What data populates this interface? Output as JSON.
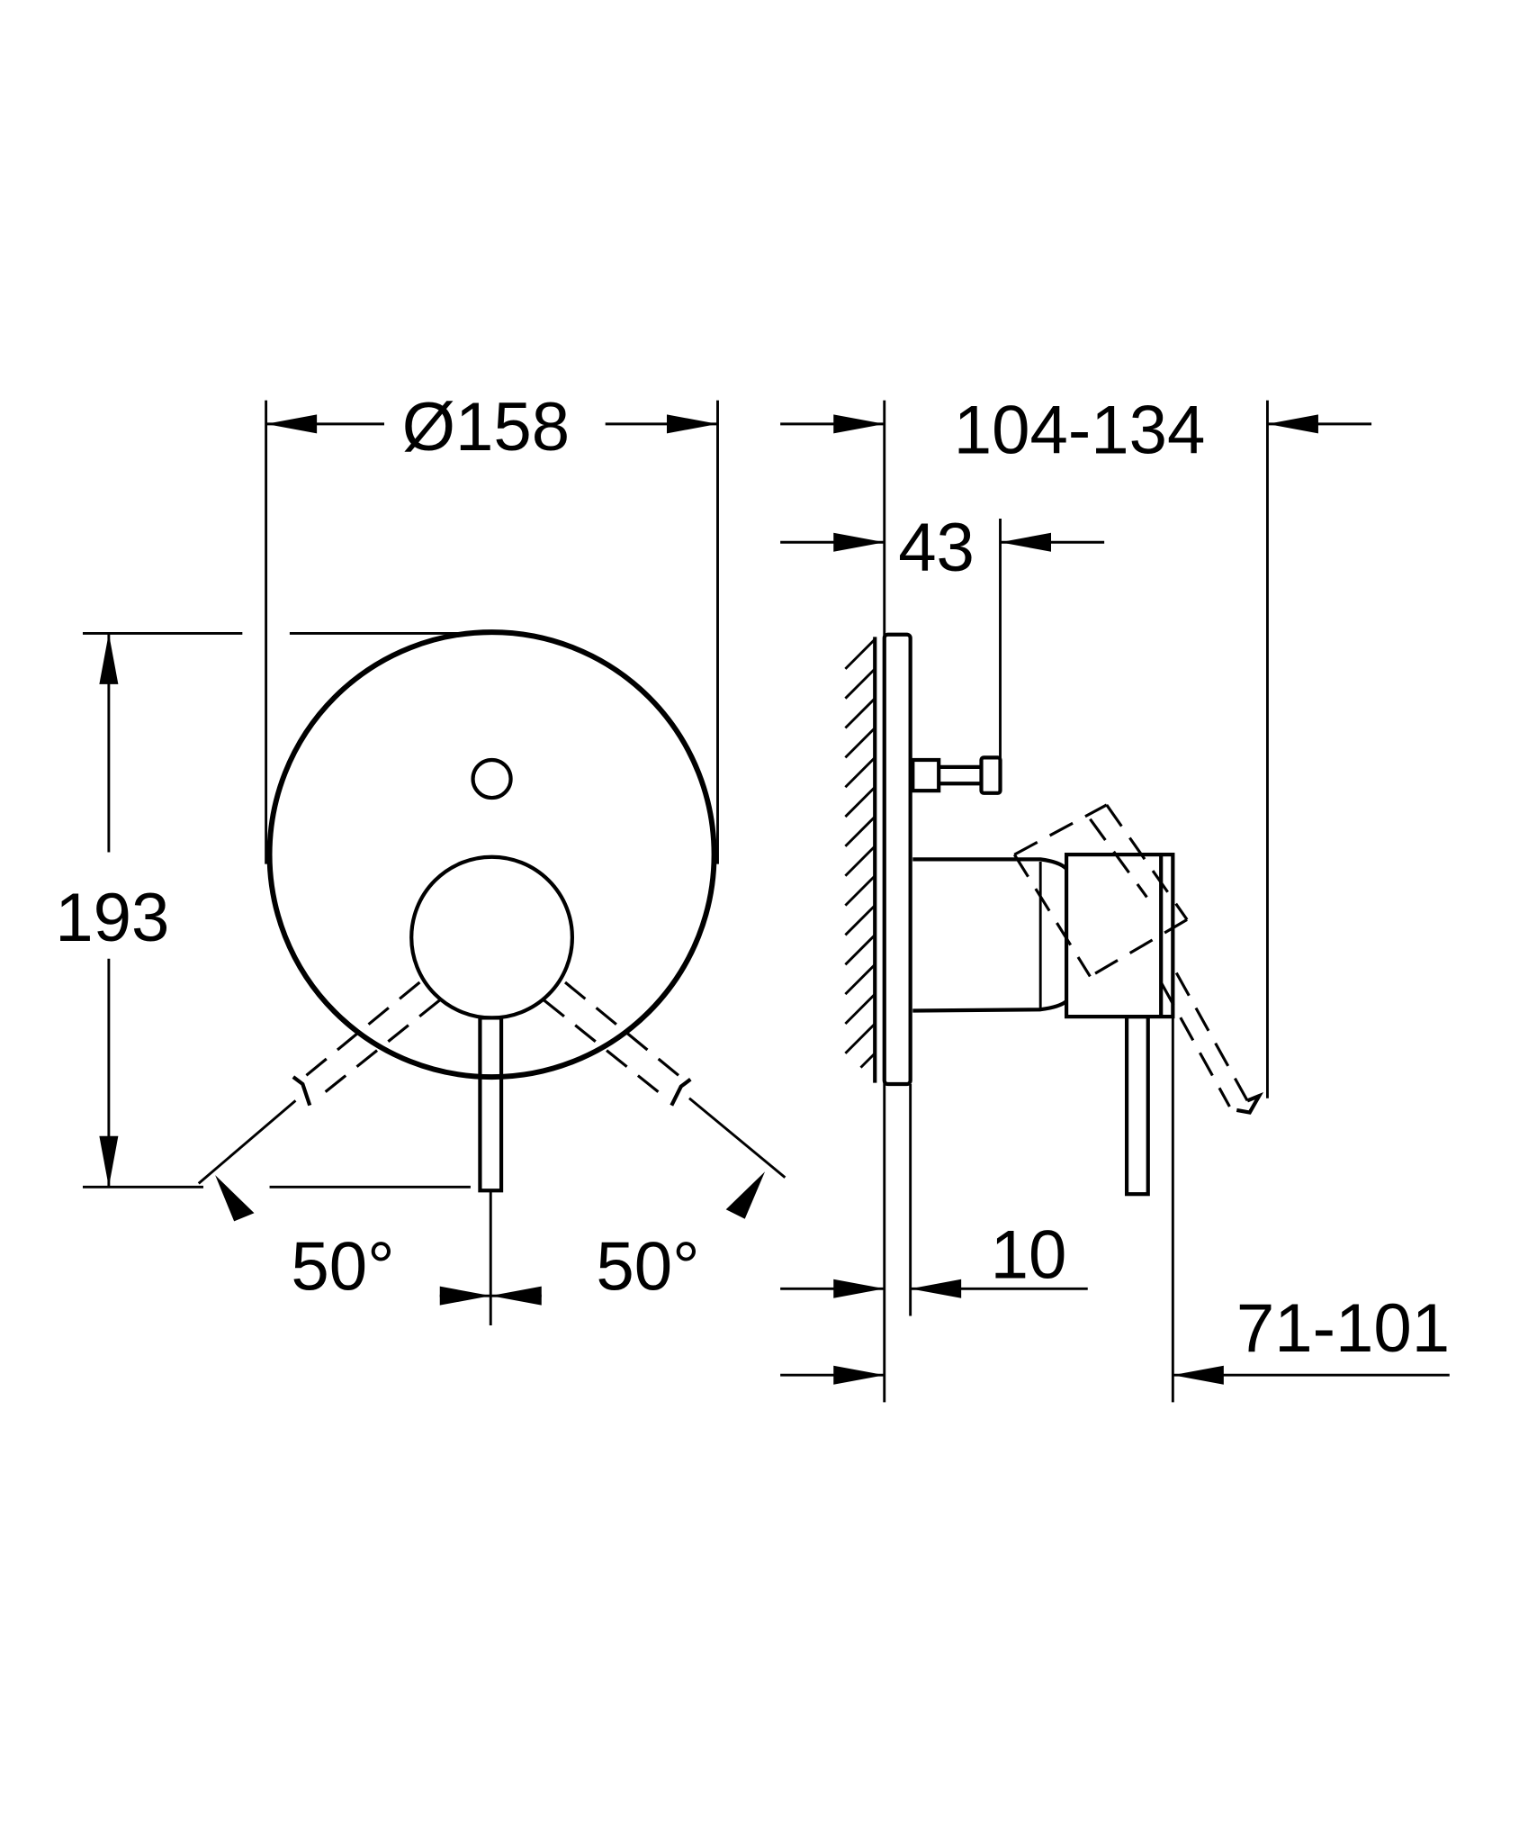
{
  "drawing": {
    "type": "technical dimension drawing",
    "subject": "concealed single-lever shower mixer trim (front and side views)",
    "front_view": {
      "dimensions": {
        "diameter": "Ø158",
        "height": "193",
        "angle_left": "50°",
        "angle_right": "50°"
      }
    },
    "side_view": {
      "dimensions": {
        "projection_total": "104-134",
        "diverter_projection": "43",
        "plate_thickness": "10",
        "lever_projection": "71-101"
      }
    },
    "colors": {
      "line": "#000000",
      "background": "#ffffff"
    }
  }
}
